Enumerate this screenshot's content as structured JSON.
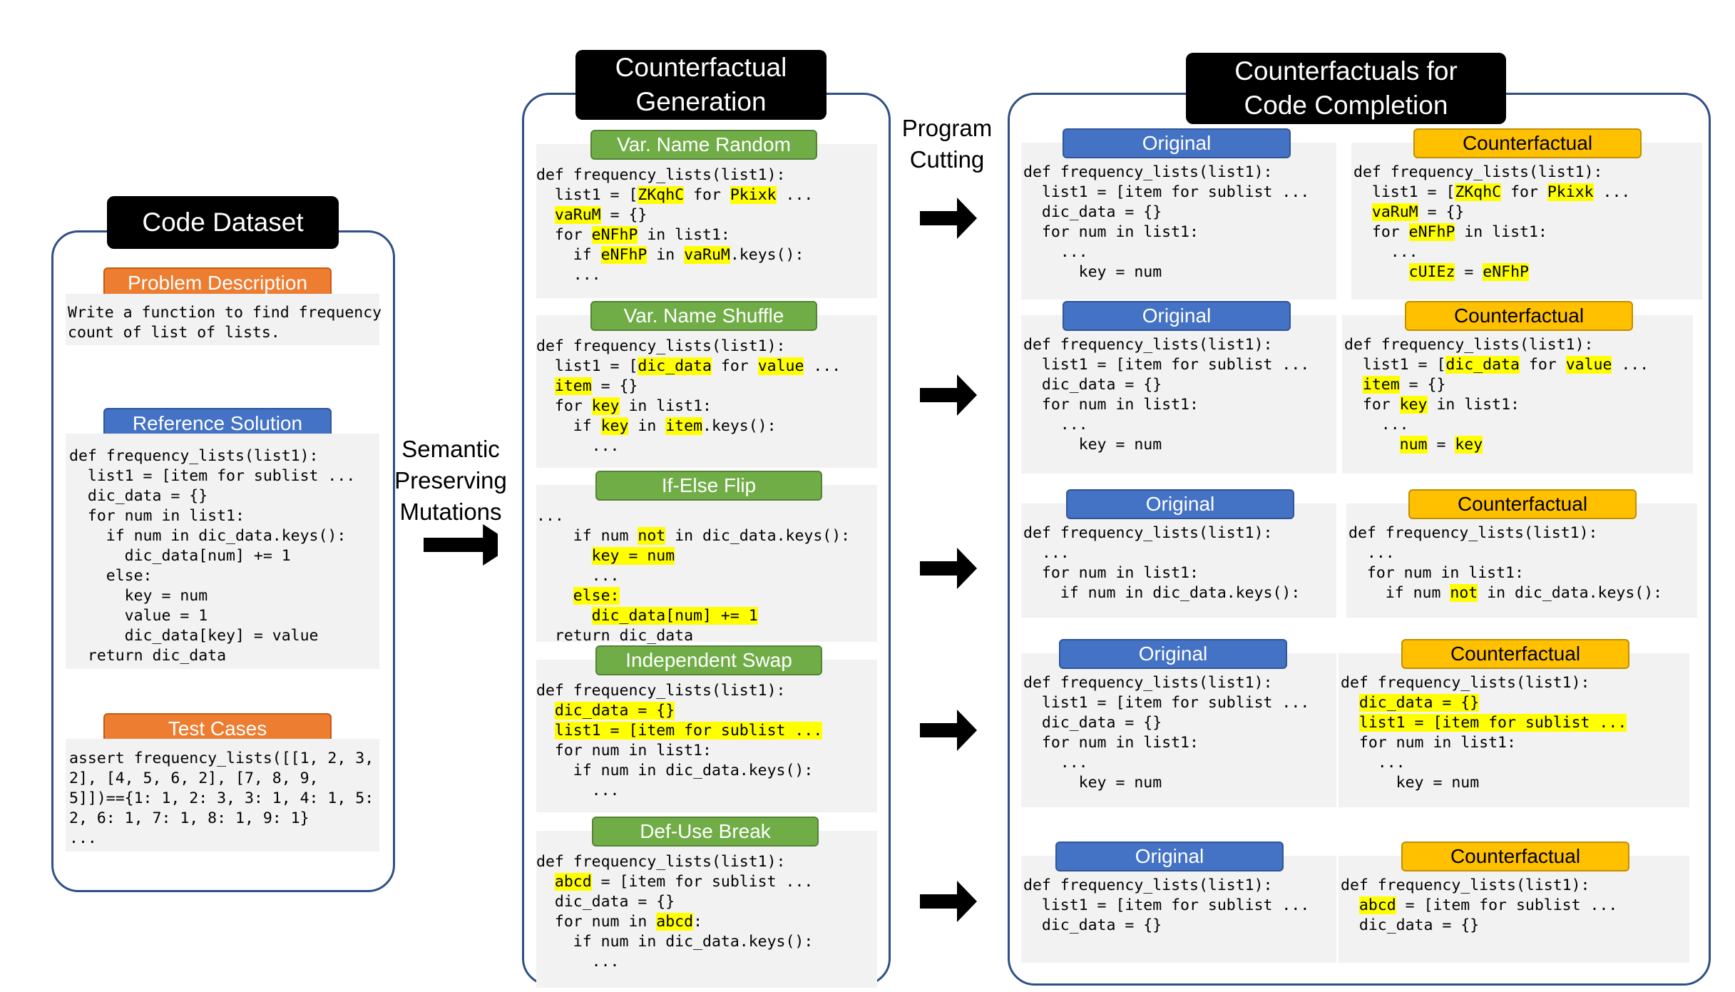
{
  "dataset": {
    "title": "Code Dataset",
    "problem_label": "Problem Description",
    "problem_text": "Write a function to find frequency\ncount of list of lists.",
    "solution_label": "Reference Solution",
    "solution_code": [
      "def frequency_lists(list1):",
      "  list1 = [item for sublist ...",
      "  dic_data = {}",
      "  for num in list1:",
      "    if num in dic_data.keys():",
      "      dic_data[num] += 1",
      "    else:",
      "      key = num",
      "      value = 1",
      "      dic_data[key] = value",
      "  return dic_data"
    ],
    "test_label": "Test Cases",
    "test_code": "assert frequency_lists([[1, 2, 3,\n2], [4, 5, 6, 2], [7, 8, 9,\n5]])=={1: 1, 2: 3, 3: 1, 4: 1, 5:\n2, 6: 1, 7: 1, 8: 1, 9: 1}\n..."
  },
  "mutation_label": "Semantic\nPreserving\nMutations",
  "cutting_label": "Program\nCutting",
  "generation": {
    "title": "Counterfactual\nGeneration",
    "blocks": [
      {
        "label": "Var. Name Random",
        "lines": [
          [
            {
              "t": "def frequency_lists(list1):"
            }
          ],
          [
            {
              "t": "  list1 = ["
            },
            {
              "t": "ZKqhC",
              "h": true
            },
            {
              "t": " for "
            },
            {
              "t": "Pkixk",
              "h": true
            },
            {
              "t": " ..."
            }
          ],
          [
            {
              "t": "  "
            },
            {
              "t": "vaRuM",
              "h": true
            },
            {
              "t": " = {}"
            }
          ],
          [
            {
              "t": "  for "
            },
            {
              "t": "eNFhP",
              "h": true
            },
            {
              "t": " in list1:"
            }
          ],
          [
            {
              "t": "    if "
            },
            {
              "t": "eNFhP",
              "h": true
            },
            {
              "t": " in "
            },
            {
              "t": "vaRuM",
              "h": true
            },
            {
              "t": ".keys():"
            }
          ],
          [
            {
              "t": "    ..."
            }
          ]
        ]
      },
      {
        "label": "Var. Name Shuffle",
        "lines": [
          [
            {
              "t": "def frequency_lists(list1):"
            }
          ],
          [
            {
              "t": "  list1 = ["
            },
            {
              "t": "dic_data",
              "h": true
            },
            {
              "t": " for "
            },
            {
              "t": "value",
              "h": true
            },
            {
              "t": " ..."
            }
          ],
          [
            {
              "t": "  "
            },
            {
              "t": "item",
              "h": true
            },
            {
              "t": " = {}"
            }
          ],
          [
            {
              "t": "  for "
            },
            {
              "t": "key",
              "h": true
            },
            {
              "t": " in list1:"
            }
          ],
          [
            {
              "t": "    if "
            },
            {
              "t": "key",
              "h": true
            },
            {
              "t": " in "
            },
            {
              "t": "item",
              "h": true
            },
            {
              "t": ".keys():"
            }
          ],
          [
            {
              "t": "      ..."
            }
          ]
        ]
      },
      {
        "label": "If-Else Flip",
        "lines": [
          [
            {
              "t": "..."
            }
          ],
          [
            {
              "t": "    if num "
            },
            {
              "t": "not",
              "h": true
            },
            {
              "t": " in dic_data.keys():"
            }
          ],
          [
            {
              "t": "      "
            },
            {
              "t": "key = num",
              "h": true
            }
          ],
          [
            {
              "t": "      ..."
            }
          ],
          [
            {
              "t": "    "
            },
            {
              "t": "else:",
              "h": true
            }
          ],
          [
            {
              "t": "      "
            },
            {
              "t": "dic_data[num] += 1",
              "h": true
            }
          ],
          [
            {
              "t": "  return dic_data"
            }
          ]
        ]
      },
      {
        "label": "Independent Swap",
        "lines": [
          [
            {
              "t": "def frequency_lists(list1):"
            }
          ],
          [
            {
              "t": "  "
            },
            {
              "t": "dic_data = {}",
              "h": true
            }
          ],
          [
            {
              "t": "  "
            },
            {
              "t": "list1 = [item for sublist ...",
              "h": true
            }
          ],
          [
            {
              "t": "  for num in list1:"
            }
          ],
          [
            {
              "t": "    if num in dic_data.keys():"
            }
          ],
          [
            {
              "t": "      ..."
            }
          ]
        ]
      },
      {
        "label": "Def-Use Break",
        "lines": [
          [
            {
              "t": "def frequency_lists(list1):"
            }
          ],
          [
            {
              "t": "  "
            },
            {
              "t": "abcd",
              "h": true
            },
            {
              "t": " = [item for sublist ..."
            }
          ],
          [
            {
              "t": "  dic_data = {}"
            }
          ],
          [
            {
              "t": "  for num in "
            },
            {
              "t": "abcd",
              "h": true
            },
            {
              "t": ":"
            }
          ],
          [
            {
              "t": "    if num in dic_data.keys():"
            }
          ],
          [
            {
              "t": "      ..."
            }
          ]
        ]
      }
    ]
  },
  "completion": {
    "title": "Counterfactuals for\nCode Completion",
    "original_label": "Original",
    "counterfactual_label": "Counterfactual",
    "rows": [
      {
        "original": [
          [
            {
              "t": "def frequency_lists(list1):"
            }
          ],
          [
            {
              "t": "  list1 = [item for sublist ..."
            }
          ],
          [
            {
              "t": "  dic_data = {}"
            }
          ],
          [
            {
              "t": "  for num in list1:"
            }
          ],
          [
            {
              "t": "    ..."
            }
          ],
          [
            {
              "t": "      key = num"
            }
          ]
        ],
        "counterfactual": [
          [
            {
              "t": "def frequency_lists(list1):"
            }
          ],
          [
            {
              "t": "  list1 = ["
            },
            {
              "t": "ZKqhC",
              "h": true
            },
            {
              "t": " for "
            },
            {
              "t": "Pkixk",
              "h": true
            },
            {
              "t": " ..."
            }
          ],
          [
            {
              "t": "  "
            },
            {
              "t": "vaRuM",
              "h": true
            },
            {
              "t": " = {}"
            }
          ],
          [
            {
              "t": "  for "
            },
            {
              "t": "eNFhP",
              "h": true
            },
            {
              "t": " in list1:"
            }
          ],
          [
            {
              "t": "    ..."
            }
          ],
          [
            {
              "t": "      "
            },
            {
              "t": "cUIEz",
              "h": true
            },
            {
              "t": " = "
            },
            {
              "t": "eNFhP",
              "h": true
            }
          ]
        ]
      },
      {
        "original": [
          [
            {
              "t": "def frequency_lists(list1):"
            }
          ],
          [
            {
              "t": "  list1 = [item for sublist ..."
            }
          ],
          [
            {
              "t": "  dic_data = {}"
            }
          ],
          [
            {
              "t": "  for num in list1:"
            }
          ],
          [
            {
              "t": "    ..."
            }
          ],
          [
            {
              "t": "      key = num"
            }
          ]
        ],
        "counterfactual": [
          [
            {
              "t": "def frequency_lists(list1):"
            }
          ],
          [
            {
              "t": "  list1 = ["
            },
            {
              "t": "dic_data",
              "h": true
            },
            {
              "t": " for "
            },
            {
              "t": "value",
              "h": true
            },
            {
              "t": " ..."
            }
          ],
          [
            {
              "t": "  "
            },
            {
              "t": "item",
              "h": true
            },
            {
              "t": " = {}"
            }
          ],
          [
            {
              "t": "  for "
            },
            {
              "t": "key",
              "h": true
            },
            {
              "t": " in list1:"
            }
          ],
          [
            {
              "t": "    ..."
            }
          ],
          [
            {
              "t": "      "
            },
            {
              "t": "num",
              "h": true
            },
            {
              "t": " = "
            },
            {
              "t": "key",
              "h": true
            }
          ]
        ]
      },
      {
        "original": [
          [
            {
              "t": "def frequency_lists(list1):"
            }
          ],
          [
            {
              "t": "  ..."
            }
          ],
          [
            {
              "t": "  for num in list1:"
            }
          ],
          [
            {
              "t": "    if num in dic_data.keys():"
            }
          ]
        ],
        "counterfactual": [
          [
            {
              "t": "def frequency_lists(list1):"
            }
          ],
          [
            {
              "t": "  ..."
            }
          ],
          [
            {
              "t": "  for num in list1:"
            }
          ],
          [
            {
              "t": "    if num "
            },
            {
              "t": "not",
              "h": true
            },
            {
              "t": " in dic_data.keys():"
            }
          ]
        ]
      },
      {
        "original": [
          [
            {
              "t": "def frequency_lists(list1):"
            }
          ],
          [
            {
              "t": "  list1 = [item for sublist ..."
            }
          ],
          [
            {
              "t": "  dic_data = {}"
            }
          ],
          [
            {
              "t": "  for num in list1:"
            }
          ],
          [
            {
              "t": "    ..."
            }
          ],
          [
            {
              "t": "      key = num"
            }
          ]
        ],
        "counterfactual": [
          [
            {
              "t": "def frequency_lists(list1):"
            }
          ],
          [
            {
              "t": "  "
            },
            {
              "t": "dic_data = {}",
              "h": true
            }
          ],
          [
            {
              "t": "  "
            },
            {
              "t": "list1 = [item for sublist ...",
              "h": true
            }
          ],
          [
            {
              "t": "  for num in list1:"
            }
          ],
          [
            {
              "t": "    ..."
            }
          ],
          [
            {
              "t": "      key = num"
            }
          ]
        ]
      },
      {
        "original": [
          [
            {
              "t": "def frequency_lists(list1):"
            }
          ],
          [
            {
              "t": "  list1 = [item for sublist ..."
            }
          ],
          [
            {
              "t": "  dic_data = {}"
            }
          ]
        ],
        "counterfactual": [
          [
            {
              "t": "def frequency_lists(list1):"
            }
          ],
          [
            {
              "t": "  "
            },
            {
              "t": "abcd",
              "h": true
            },
            {
              "t": " = [item for sublist ..."
            }
          ],
          [
            {
              "t": "  dic_data = {}"
            }
          ]
        ]
      }
    ]
  }
}
